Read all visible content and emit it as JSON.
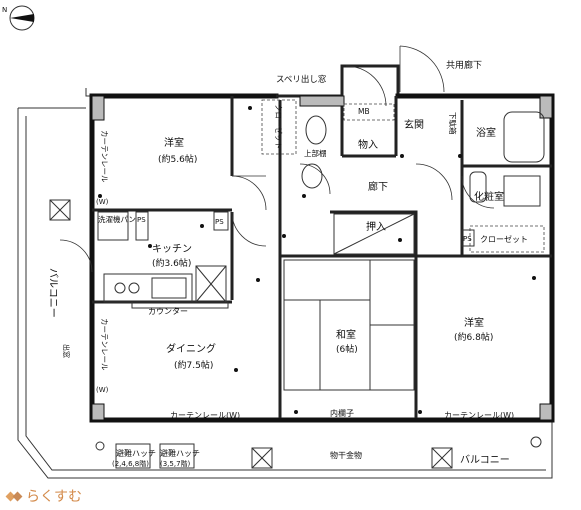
{
  "compass": {
    "label": "N"
  },
  "header": {
    "suberi": "スベリ出し窓",
    "common_corridor": "共用廊下"
  },
  "rooms": {
    "western1_name": "洋室",
    "western1_size": "(約5.6帖)",
    "kitchen_name": "キッチン",
    "kitchen_size": "(約3.6帖)",
    "dining_name": "ダイニング",
    "dining_size": "(約7.5帖)",
    "washitsu_name": "和室",
    "washitsu_size": "(6帖)",
    "western2_name": "洋室",
    "western2_size": "(約6.8帖)",
    "bath": "浴室",
    "toilet": "化粧室",
    "entrance": "玄関",
    "storage": "物入",
    "hallway": "廊下",
    "oshiire": "押入"
  },
  "labels": {
    "closet_v": "クローゼット",
    "closet_h": "クローゼット",
    "upper_shelf": "上部棚",
    "mb": "MB",
    "shoe_box": "下駄箱",
    "curtain_rail_v1": "カーテンレール",
    "curtain_rail_w1": "(W)",
    "curtain_rail_v2": "カーテンレール",
    "curtain_rail_w2": "(W)",
    "curtain_rail_h1": "カーテンレール(W)",
    "curtain_rail_h2": "カーテンレール(W)",
    "laundry_pan": "洗濯機パン",
    "ps1": "PS",
    "ps2": "PS",
    "ps3": "PS",
    "counter": "カウンター",
    "uchi_ranma": "内欄子",
    "balcony_left": "バルコニー",
    "balcony_bottom": "バルコニー",
    "monohoshi": "物干金物",
    "hinan1": "避難ハッチ",
    "hinan1_floors": "(2,4,6,8階)",
    "hinan2": "避難ハッチ",
    "hinan2_floors": "(3,5,7階)",
    "demado": "出窓"
  },
  "brand": {
    "name": "らくすむ"
  }
}
